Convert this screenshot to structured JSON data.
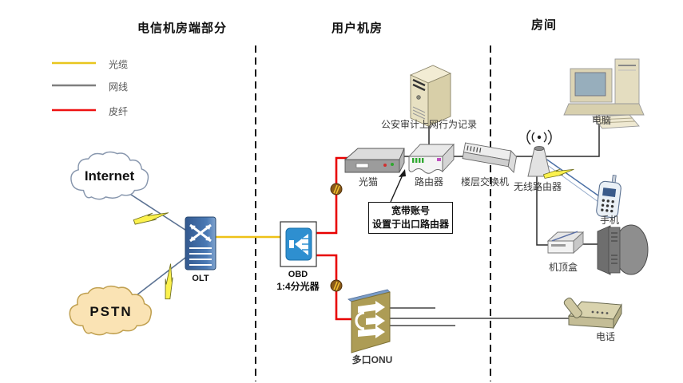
{
  "sections": [
    {
      "title": "电信机房端部分"
    },
    {
      "title": "用户机房"
    },
    {
      "title": "房间"
    }
  ],
  "legend": {
    "items": [
      {
        "label": "光缆",
        "color": "#E8C61E"
      },
      {
        "label": "网线",
        "color": "#7F7F7F"
      },
      {
        "label": "皮纤",
        "color": "#EE1111"
      }
    ]
  },
  "nodes": {
    "internet": {
      "label": "Internet"
    },
    "pstn": {
      "label": "PSTN"
    },
    "olt": {
      "label": "OLT"
    },
    "obd": {
      "label": "OBD",
      "sublabel": "1:4分光器"
    },
    "modem": {
      "label": "光猫"
    },
    "router": {
      "label": "路由器"
    },
    "switch": {
      "label": "楼层交换机"
    },
    "wireless_router": {
      "label": "无线路由器"
    },
    "audit_server": {
      "label": "公安审计上网行为记录"
    },
    "computer": {
      "label": "电脑"
    },
    "mobile": {
      "label": "手机"
    },
    "stb": {
      "label": "机顶盒"
    },
    "telephone": {
      "label": "电话"
    },
    "onu": {
      "label": "多口ONU"
    }
  },
  "annotation": {
    "line1": "宽带账号",
    "line2": "设置于出口路由器"
  },
  "colors": {
    "optical_cable": "#E8C61E",
    "network_cable": "#7F7F7F",
    "drop_fiber": "#EE1111",
    "device_blue": "#3E6DA6",
    "onu_gold": "#AD9C55",
    "beige": "#E6DEBE",
    "pstn_cloud": "#FAE3B4",
    "bolt_yellow": "#FBF14D"
  }
}
